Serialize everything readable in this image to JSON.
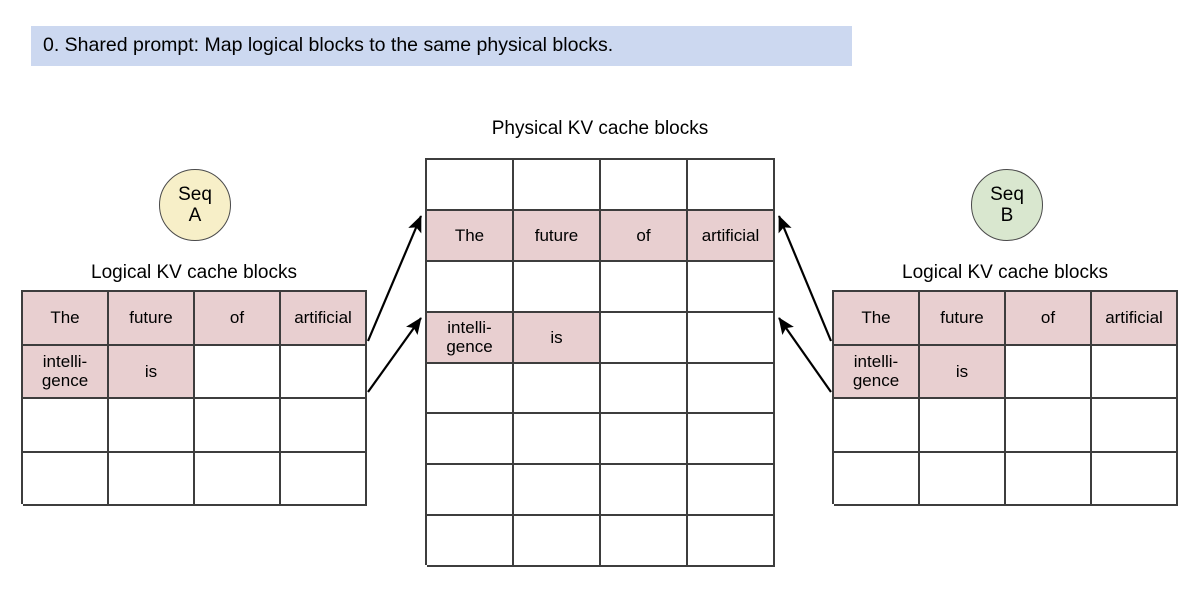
{
  "banner": {
    "text": "0. Shared prompt: Map logical blocks to the same physical blocks."
  },
  "physical": {
    "caption": "Physical KV cache blocks",
    "columns": 4,
    "rows": 8,
    "cells": [
      [
        "",
        "",
        "",
        ""
      ],
      [
        "The",
        "future",
        "of",
        "artificial"
      ],
      [
        "",
        "",
        "",
        ""
      ],
      [
        "intelli-\ngence",
        "is",
        "",
        ""
      ],
      [
        "",
        "",
        "",
        ""
      ],
      [
        "",
        "",
        "",
        ""
      ],
      [
        "",
        "",
        "",
        ""
      ],
      [
        "",
        "",
        "",
        ""
      ]
    ],
    "filled": [
      [
        false,
        false,
        false,
        false
      ],
      [
        true,
        true,
        true,
        true
      ],
      [
        false,
        false,
        false,
        false
      ],
      [
        true,
        true,
        false,
        false
      ],
      [
        false,
        false,
        false,
        false
      ],
      [
        false,
        false,
        false,
        false
      ],
      [
        false,
        false,
        false,
        false
      ],
      [
        false,
        false,
        false,
        false
      ]
    ]
  },
  "seq_a": {
    "line1": "Seq",
    "line2": "A",
    "color": "#f7efc8",
    "caption": "Logical KV cache blocks",
    "columns": 4,
    "rows": 4,
    "cells": [
      [
        "The",
        "future",
        "of",
        "artificial"
      ],
      [
        "intelli-\ngence",
        "is",
        "",
        ""
      ],
      [
        "",
        "",
        "",
        ""
      ],
      [
        "",
        "",
        "",
        ""
      ]
    ],
    "filled": [
      [
        true,
        true,
        true,
        true
      ],
      [
        true,
        true,
        false,
        false
      ],
      [
        false,
        false,
        false,
        false
      ],
      [
        false,
        false,
        false,
        false
      ]
    ]
  },
  "seq_b": {
    "line1": "Seq",
    "line2": "B",
    "color": "#d9e7cf",
    "caption": "Logical KV cache blocks",
    "columns": 4,
    "rows": 4,
    "cells": [
      [
        "The",
        "future",
        "of",
        "artificial"
      ],
      [
        "intelli-\ngence",
        "is",
        "",
        ""
      ],
      [
        "",
        "",
        "",
        ""
      ],
      [
        "",
        "",
        "",
        ""
      ]
    ],
    "filled": [
      [
        true,
        true,
        true,
        true
      ],
      [
        true,
        true,
        false,
        false
      ],
      [
        false,
        false,
        false,
        false
      ],
      [
        false,
        false,
        false,
        false
      ]
    ]
  },
  "colors": {
    "banner_bg": "#ccd8f0",
    "block_filled": "#e8cfd0",
    "grid_line": "#3d3d3d",
    "arrow": "#000000"
  },
  "arrows": [
    {
      "name": "seq-a-row1-to-physical-row2"
    },
    {
      "name": "seq-a-row2-to-physical-row4"
    },
    {
      "name": "seq-b-row1-to-physical-row2"
    },
    {
      "name": "seq-b-row2-to-physical-row4"
    }
  ]
}
